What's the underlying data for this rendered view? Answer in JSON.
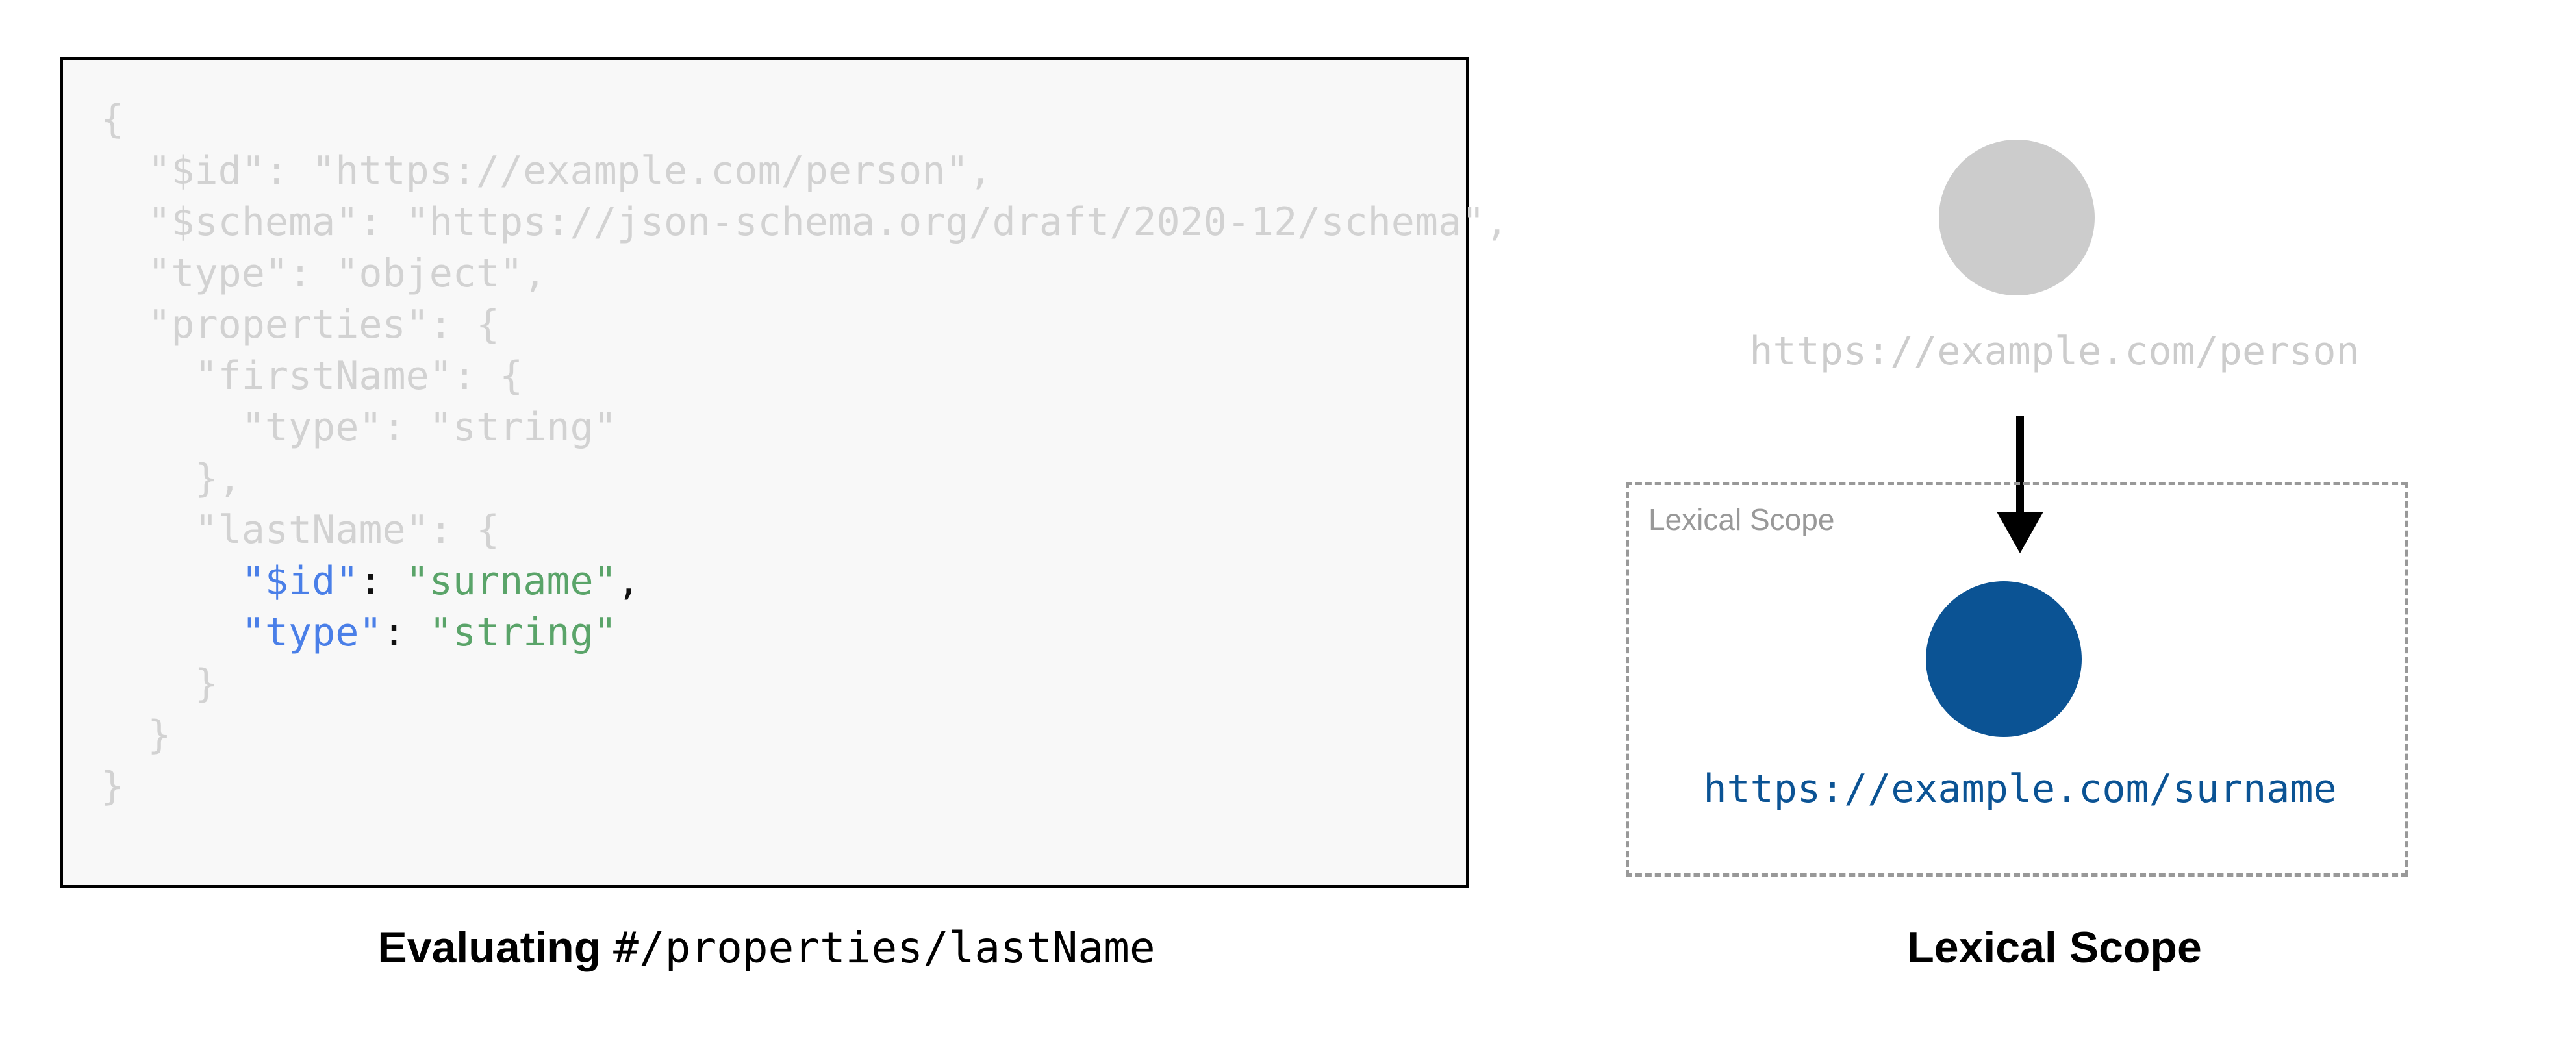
{
  "left_panel": {
    "code_lines": [
      [
        {
          "t": "{",
          "c": "dim"
        }
      ],
      [
        {
          "t": "  \"$id\": \"https://example.com/person\",",
          "c": "dim"
        }
      ],
      [
        {
          "t": "  \"$schema\": \"https://json-schema.org/draft/2020-12/schema\",",
          "c": "dim"
        }
      ],
      [
        {
          "t": "  \"type\": \"object\",",
          "c": "dim"
        }
      ],
      [
        {
          "t": "  \"properties\": {",
          "c": "dim"
        }
      ],
      [
        {
          "t": "    \"firstName\": {",
          "c": "dim"
        }
      ],
      [
        {
          "t": "      \"type\": \"string\"",
          "c": "dim"
        }
      ],
      [
        {
          "t": "    },",
          "c": "dim"
        }
      ],
      [
        {
          "t": "    \"lastName\": {",
          "c": "dim"
        }
      ],
      [
        {
          "t": "      ",
          "c": "dim"
        },
        {
          "t": "\"$id\"",
          "c": "key"
        },
        {
          "t": ": ",
          "c": "punct"
        },
        {
          "t": "\"surname\"",
          "c": "str"
        },
        {
          "t": ",",
          "c": "punct"
        }
      ],
      [
        {
          "t": "      ",
          "c": "dim"
        },
        {
          "t": "\"type\"",
          "c": "key"
        },
        {
          "t": ": ",
          "c": "punct"
        },
        {
          "t": "\"string\"",
          "c": "str"
        }
      ],
      [
        {
          "t": "    }",
          "c": "dim"
        }
      ],
      [
        {
          "t": "  }",
          "c": "dim"
        }
      ],
      [
        {
          "t": "}",
          "c": "dim"
        }
      ]
    ],
    "caption_strong": "Evaluating ",
    "caption_mono": "#/properties/lastName"
  },
  "right_panel": {
    "root_node": {
      "label": "https://example.com/person",
      "color": "#cccccc",
      "icon": "circle-node-icon"
    },
    "arrow": {
      "icon": "arrow-down-icon",
      "color": "#000000"
    },
    "scope_box": {
      "title": "Lexical Scope",
      "border_color": "#999999",
      "border_style": "dashed"
    },
    "scope_node": {
      "label": "https://example.com/surname",
      "color": "#0b5394",
      "icon": "circle-node-icon"
    },
    "caption": "Lexical Scope"
  },
  "colors": {
    "code_dim": "#d2d2d2",
    "code_key": "#4a7fe8",
    "code_string": "#5aa469",
    "code_punct": "#111111",
    "code_bg": "#f8f8f8",
    "code_border": "#000000",
    "node_inactive": "#cccccc",
    "node_active": "#0b5394",
    "scope_border": "#999999",
    "page_bg": "#ffffff"
  }
}
